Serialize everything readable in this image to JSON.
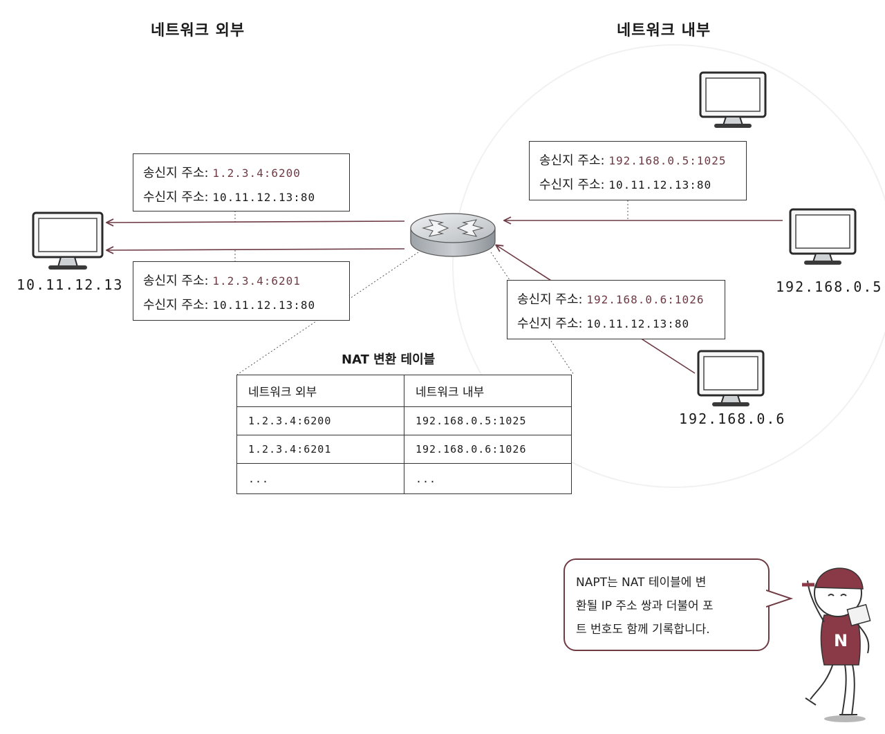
{
  "headings": {
    "outside": "네트워크 외부",
    "inside": "네트워크 내부"
  },
  "hosts": {
    "external": "10.11.12.13",
    "internal_a": "192.168.0.5",
    "internal_b": "192.168.0.6"
  },
  "packets": [
    {
      "src_label": "송신지 주소:",
      "src": "1.2.3.4:6200",
      "dst_label": "수신지 주소:",
      "dst": "10.11.12.13:80"
    },
    {
      "src_label": "송신지 주소:",
      "src": "1.2.3.4:6201",
      "dst_label": "수신지 주소:",
      "dst": "10.11.12.13:80"
    },
    {
      "src_label": "송신지 주소:",
      "src": "192.168.0.5:1025",
      "dst_label": "수신지 주소:",
      "dst": "10.11.12.13:80"
    },
    {
      "src_label": "송신지 주소:",
      "src": "192.168.0.6:1026",
      "dst_label": "수신지 주소:",
      "dst": "10.11.12.13:80"
    }
  ],
  "nat_table": {
    "title": "NAT 변환 테이블",
    "columns": [
      "네트워크 외부",
      "네트워크 내부"
    ],
    "rows": [
      [
        "1.2.3.4:6200",
        "192.168.0.5:1025"
      ],
      [
        "1.2.3.4:6201",
        "192.168.0.6:1026"
      ],
      [
        "...",
        "..."
      ]
    ]
  },
  "speech_bubble": {
    "lines": [
      "NAPT는 NAT 테이블에 변",
      "환될 IP 주소 쌍과 더불어 포",
      "트 번호도 함께 기록합니다."
    ]
  },
  "colors": {
    "arrow": "#6e3a44",
    "router_body": "#c4c8cc",
    "accent": "#8a3a46"
  },
  "icons": [
    "computer-monitor-icon",
    "router-icon",
    "mascot-character"
  ]
}
